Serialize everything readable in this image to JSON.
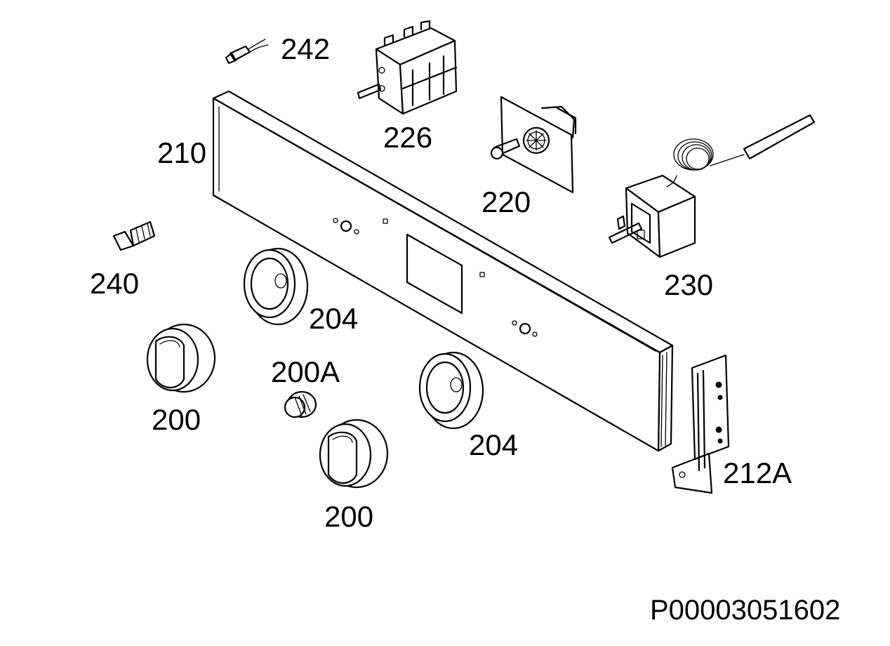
{
  "diagram": {
    "parts": [
      {
        "key": "p242",
        "label": "242"
      },
      {
        "key": "p226",
        "label": "226"
      },
      {
        "key": "p210",
        "label": "210"
      },
      {
        "key": "p220",
        "label": "220"
      },
      {
        "key": "p230",
        "label": "230"
      },
      {
        "key": "p240",
        "label": "240"
      },
      {
        "key": "p204a",
        "label": "204"
      },
      {
        "key": "p204b",
        "label": "204"
      },
      {
        "key": "p200a",
        "label": "200"
      },
      {
        "key": "p200A",
        "label": "200A"
      },
      {
        "key": "p200b",
        "label": "200"
      },
      {
        "key": "p212A",
        "label": "212A"
      }
    ],
    "reference": "P00003051602"
  }
}
